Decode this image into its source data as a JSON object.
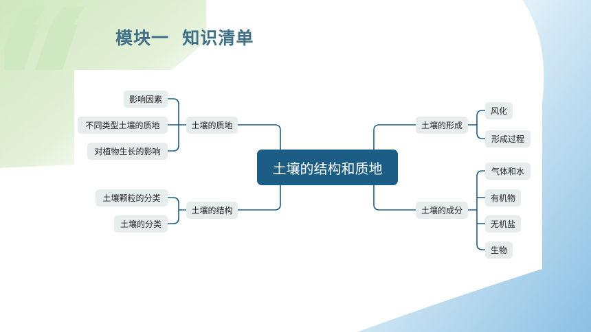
{
  "page": {
    "title": "模块一  知识清单",
    "colors": {
      "title": "#3f6f86",
      "root_fill": "#1b5d84",
      "node_fill": "#e7ecec",
      "connector": "#1b5d84",
      "quote_mark": "#cfe8c2",
      "accent_green": "#c9e6b8",
      "accent_blue": "#9fc9e6"
    },
    "decor": {
      "quote_icon": "quote-open-icon"
    }
  },
  "mindmap": {
    "root": "土壤的结构和质地",
    "left": [
      {
        "label": "土壤的质地",
        "children": [
          "影响因素",
          "不同类型土壤的质地",
          "对植物生长的影响"
        ]
      },
      {
        "label": "土壤的结构",
        "children": [
          "土壤颗粒的分类",
          "土壤的分类"
        ]
      }
    ],
    "right": [
      {
        "label": "土壤的形成",
        "children": [
          "风化",
          "形成过程"
        ]
      },
      {
        "label": "土壤的成分",
        "children": [
          "气体和水",
          "有机物",
          "无机盐",
          "生物"
        ]
      }
    ]
  }
}
